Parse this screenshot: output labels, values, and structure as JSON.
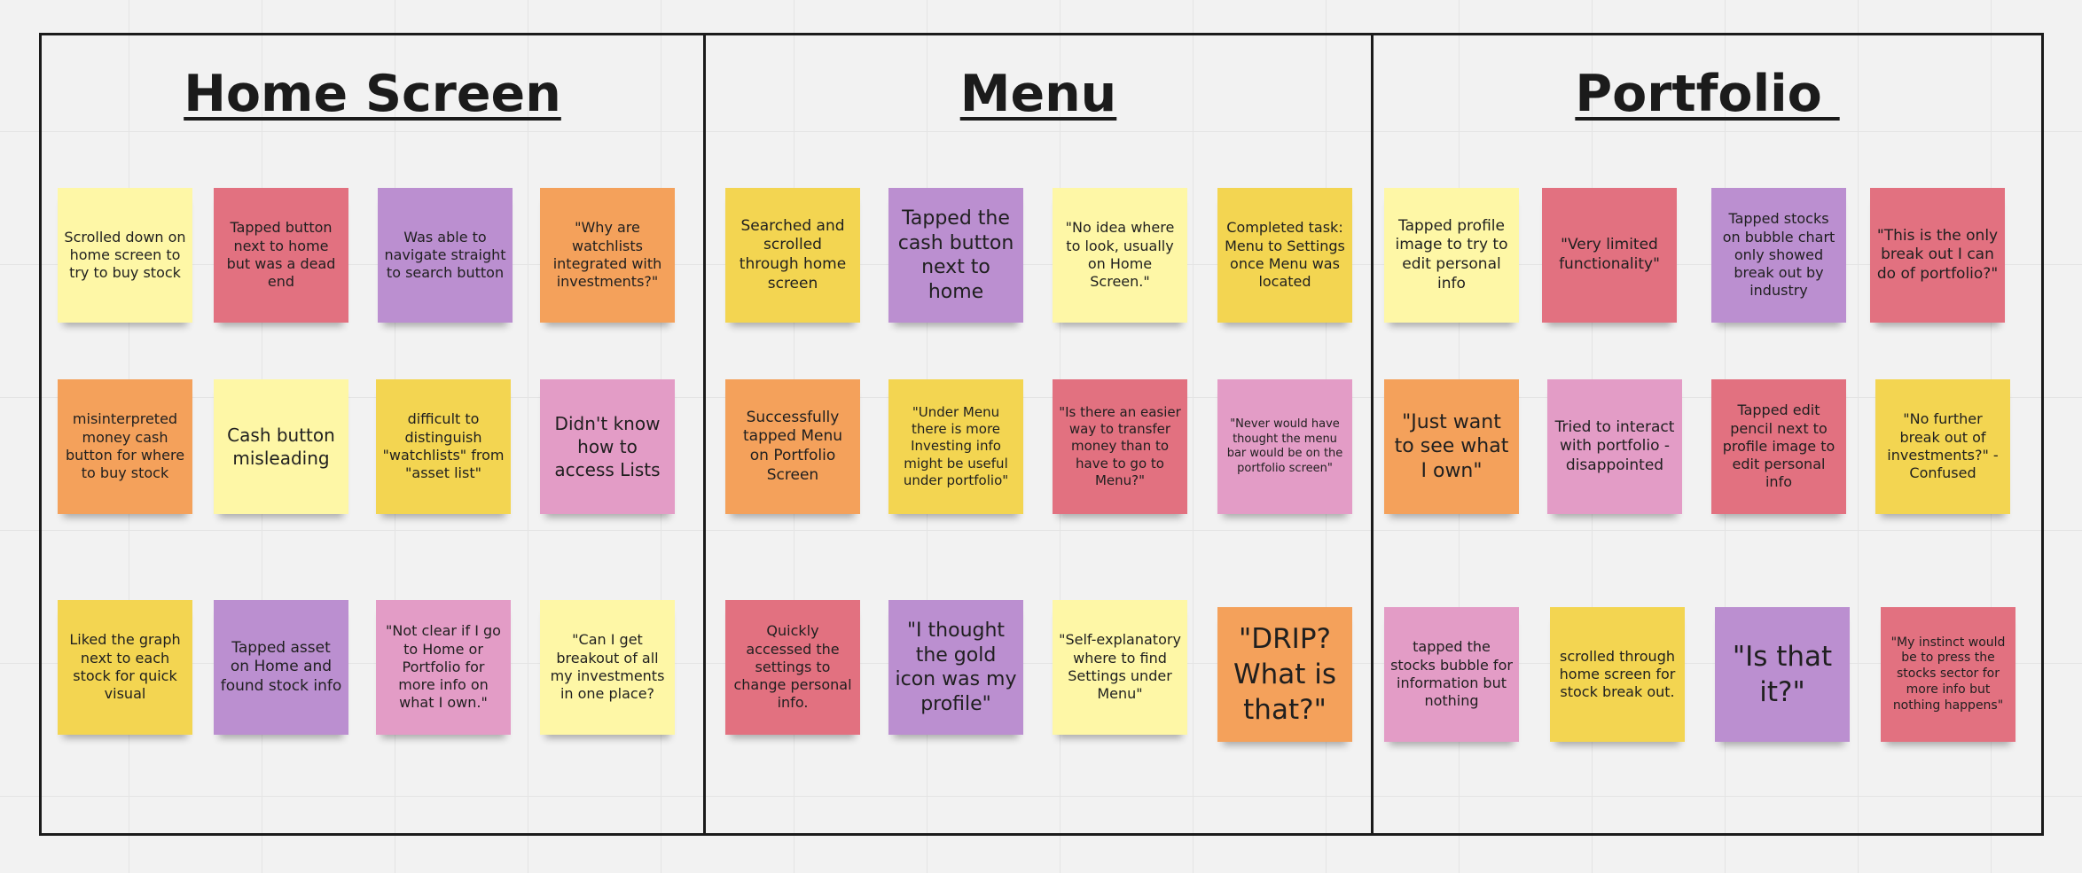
{
  "board": {
    "sections": [
      {
        "title": "Home Screen",
        "notes": [
          {
            "text": "Scrolled down on home screen to try to buy stock",
            "color": "#fef7a6"
          },
          {
            "text": "Tapped button next to home but was a dead end",
            "color": "#e27180"
          },
          {
            "text": "Was able to navigate straight to search button",
            "color": "#bb8fd0"
          },
          {
            "text": "\"Why are watchlists integrated with investments?\"",
            "color": "#f4a15b"
          },
          {
            "text": "misinterpreted money cash button for where to buy stock",
            "color": "#f4a15b"
          },
          {
            "text": "Cash button misleading",
            "color": "#fef7a6"
          },
          {
            "text": "difficult to distinguish \"watchlists\" from \"asset list\"",
            "color": "#f3d551"
          },
          {
            "text": "Didn't know how to access Lists",
            "color": "#e39cc6"
          },
          {
            "text": "Liked the graph next to each stock for quick visual",
            "color": "#f3d551"
          },
          {
            "text": "Tapped asset on Home and found stock info",
            "color": "#bb8fd0"
          },
          {
            "text": "\"Not clear if I go to Home or Portfolio for more info on what I own.\"",
            "color": "#e39cc6"
          },
          {
            "text": "\"Can I get breakout of all my investments in one place?",
            "color": "#fef7a6"
          }
        ]
      },
      {
        "title": "Menu",
        "notes": [
          {
            "text": "Searched and scrolled through home screen",
            "color": "#f3d551"
          },
          {
            "text": "Tapped the cash button next to home",
            "color": "#bb8fd0"
          },
          {
            "text": "\"No idea where to look, usually on Home Screen.\"",
            "color": "#fef7a6"
          },
          {
            "text": "Completed task: Menu to Settings once Menu was located",
            "color": "#f3d551"
          },
          {
            "text": "Successfully tapped Menu on Portfolio Screen",
            "color": "#f4a15b"
          },
          {
            "text": "\"Under Menu there is more Investing info might be useful under portfolio\"",
            "color": "#f3d551"
          },
          {
            "text": "\"Is there an easier way to transfer money than to have to go to Menu?\"",
            "color": "#e27180"
          },
          {
            "text": "\"Never would have thought the menu bar would be on the portfolio screen\"",
            "color": "#e39cc6"
          },
          {
            "text": "Quickly accessed the settings to change personal info.",
            "color": "#e27180"
          },
          {
            "text": "\"I thought the gold icon was my profile\"",
            "color": "#bb8fd0"
          },
          {
            "text": "\"Self-explanatory where to find Settings under Menu\"",
            "color": "#fef7a6"
          },
          {
            "text": "\"DRIP? What is that?\"",
            "color": "#f4a15b"
          }
        ]
      },
      {
        "title": "Portfolio ",
        "notes": [
          {
            "text": "Tapped profile image to try to edit personal info",
            "color": "#fef7a6"
          },
          {
            "text": "\"Very limited functionality\"",
            "color": "#e27180"
          },
          {
            "text": "Tapped stocks on bubble chart only showed break out by industry",
            "color": "#bb8fd0"
          },
          {
            "text": "\"This is the only break out I can do of portfolio?\"",
            "color": "#e27180"
          },
          {
            "text": "\"Just want to see what I own\"",
            "color": "#f4a15b"
          },
          {
            "text": "Tried to interact with portfolio - disappointed",
            "color": "#e39cc6"
          },
          {
            "text": "Tapped edit pencil next to profile image to edit personal info",
            "color": "#e27180"
          },
          {
            "text": "\"No further break out of investments?\" - Confused",
            "color": "#f3d551"
          },
          {
            "text": "tapped the stocks bubble for information but nothing",
            "color": "#e39cc6"
          },
          {
            "text": "scrolled through home screen for stock break out.",
            "color": "#f3d551"
          },
          {
            "text": "\"Is that it?\"",
            "color": "#bb8fd0"
          },
          {
            "text": "\"My instinct would be to press the stocks sector for more info but nothing happens\"",
            "color": "#e27180"
          }
        ]
      }
    ]
  }
}
